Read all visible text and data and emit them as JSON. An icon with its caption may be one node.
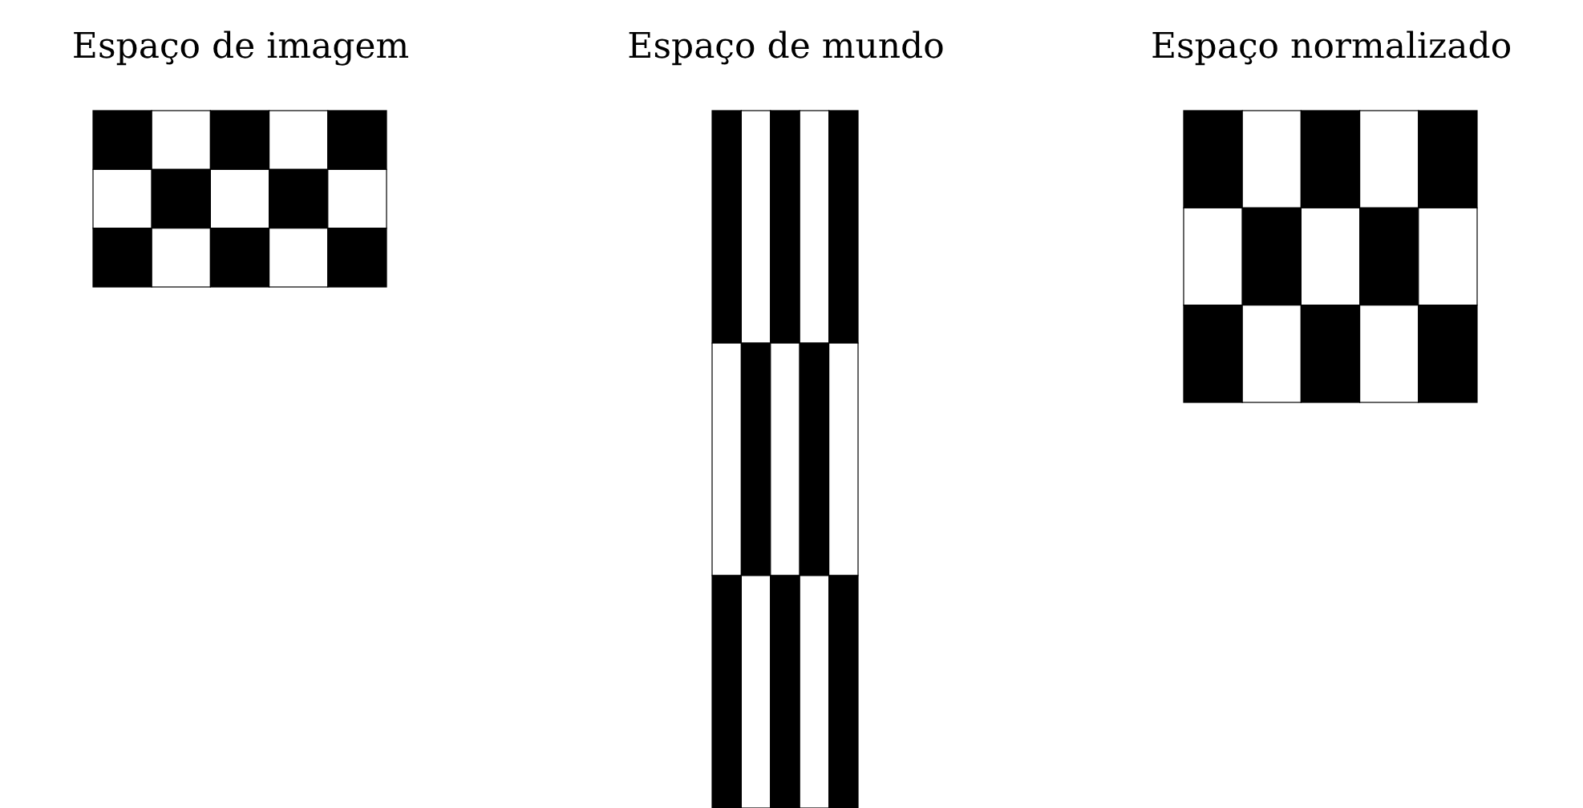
{
  "diagram": {
    "labels": [
      "Espaço de imagem",
      "Espaço de mundo",
      "Espaço normalizado"
    ]
  }
}
